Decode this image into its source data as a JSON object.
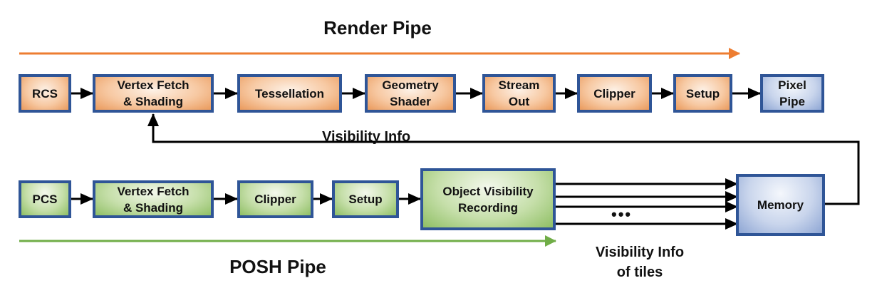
{
  "diagram": {
    "render_pipe": {
      "title": "Render Pipe",
      "stages": [
        {
          "id": "rcs",
          "line1": "RCS",
          "line2": ""
        },
        {
          "id": "vertex-fetch-shading",
          "line1": "Vertex Fetch",
          "line2": "& Shading"
        },
        {
          "id": "tessellation",
          "line1": "Tessellation",
          "line2": ""
        },
        {
          "id": "geometry-shader",
          "line1": "Geometry",
          "line2": "Shader"
        },
        {
          "id": "stream-out",
          "line1": "Stream",
          "line2": "Out"
        },
        {
          "id": "clipper",
          "line1": "Clipper",
          "line2": ""
        },
        {
          "id": "setup",
          "line1": "Setup",
          "line2": ""
        },
        {
          "id": "pixel-pipe",
          "line1": "Pixel",
          "line2": "Pipe"
        }
      ]
    },
    "posh_pipe": {
      "title": "POSH Pipe",
      "stages": [
        {
          "id": "pcs",
          "line1": "PCS",
          "line2": ""
        },
        {
          "id": "vertex-fetch-shading",
          "line1": "Vertex Fetch",
          "line2": "& Shading"
        },
        {
          "id": "clipper",
          "line1": "Clipper",
          "line2": ""
        },
        {
          "id": "setup",
          "line1": "Setup",
          "line2": ""
        },
        {
          "id": "object-visibility-recording",
          "line1": "Object Visibility",
          "line2": "Recording"
        }
      ]
    },
    "memory": {
      "label": "Memory"
    },
    "feedback_label": "Visibility Info",
    "tiles_label": {
      "line1": "Visibility Info",
      "line2": "of tiles"
    },
    "ellipsis": "•••",
    "colors": {
      "render_arrow": "#ed7d31",
      "posh_arrow": "#70ad47",
      "box_border": "#2f5597",
      "wire": "#000000"
    }
  }
}
